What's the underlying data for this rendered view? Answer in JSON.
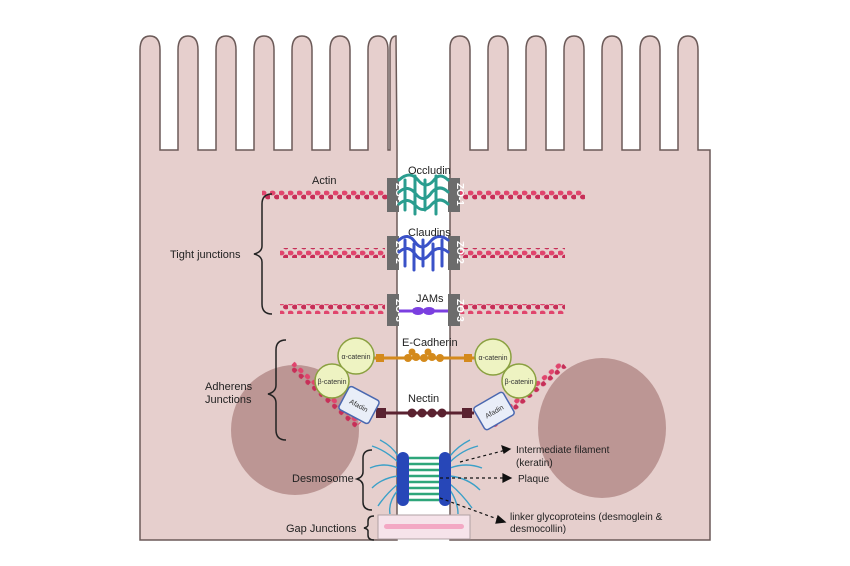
{
  "labels": {
    "actin": "Actin",
    "occludin": "Occludin",
    "claudins": "Claudins",
    "jams": "JAMs",
    "e_cadherin": "E-Cadherin",
    "nectin": "Nectin",
    "tight_junctions": "Tight junctions",
    "adherens_line1": "Adherens",
    "adherens_line2": "Junctions",
    "desmosome": "Desmosome",
    "gap_junctions": "Gap Junctions",
    "intermediate_filament_line1": "Intermediate filament",
    "intermediate_filament_line2": "(keratin)",
    "plaque": "Plaque",
    "linker_line1": "linker glycoproteins (desmoglein &",
    "linker_line2": "desmocollin)"
  },
  "zo": {
    "zo1_left": "ZO-1",
    "zo1_right": "ZO-1",
    "zo2_left": "ZO-2",
    "zo2_right": "ZO-2",
    "zo3_left": "ZO-3",
    "zo3_right": "ZO-3"
  },
  "proteins": {
    "alpha_left": "α-catenin",
    "beta_left": "β-catenin",
    "afadin_left": "Afadin",
    "alpha_right": "α-catenin",
    "beta_right": "β-catenin",
    "afadin_right": "Afadin"
  },
  "colors": {
    "cell_fill": "#e6cfcd",
    "cell_stroke": "#6b5a58",
    "nucleus": "#b48c8a",
    "actin": "#e0456d",
    "occludin": "#2a9d8f",
    "claudins": "#3a52c8",
    "jams": "#7b3fe0",
    "cadherin": "#d48a1c",
    "nectin": "#5a2230",
    "catenin": "#eef3c2",
    "zo_box": "#6c6c6c",
    "desmosome_plaque": "#2747b8",
    "keratin": "#3aa0c8",
    "linker": "#2ea67a",
    "gap": "#f3a8c4"
  }
}
